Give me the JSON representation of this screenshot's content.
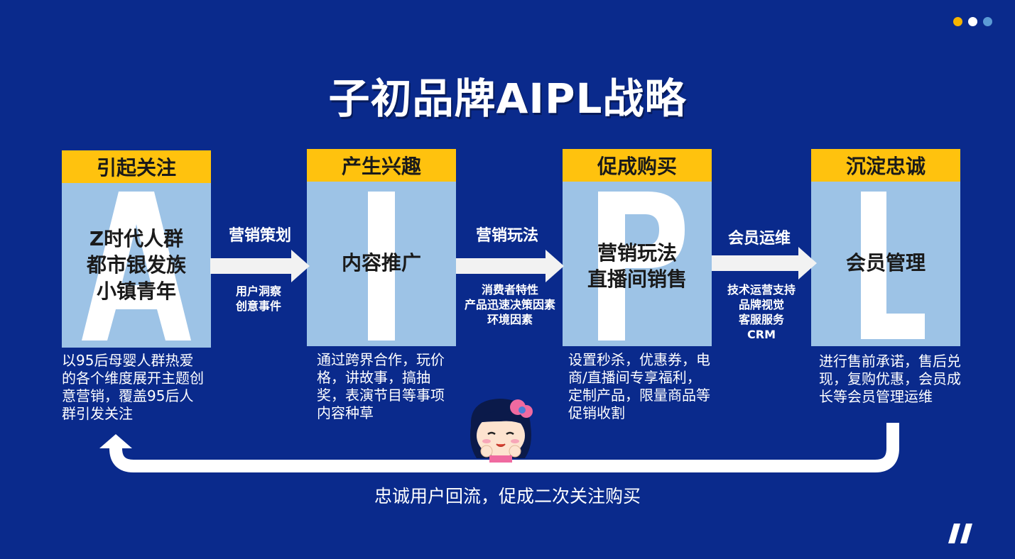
{
  "title": "子初品牌AIPL战略",
  "decor": {
    "dot_colors": [
      "#f5b400",
      "#ffffff",
      "#5b9bd5"
    ]
  },
  "stages": [
    {
      "letter": "A",
      "header": "引起关注",
      "lines": [
        "Z时代人群",
        "都市银发族",
        "小镇青年"
      ],
      "desc": "以95后母婴人群热爱的各个维度展开主题创意营销，覆盖95后人群引发关注"
    },
    {
      "letter": "I",
      "header": "产生兴趣",
      "lines": [
        "内容推广"
      ],
      "desc": "通过跨界合作，玩价格，讲故事，搞抽奖，表演节目等事项内容种草"
    },
    {
      "letter": "P",
      "header": "促成购买",
      "lines": [
        "营销玩法",
        "直播间销售"
      ],
      "desc": "设置秒杀，优惠券，电商/直播间专享福利，定制产品，限量商品等促销收割"
    },
    {
      "letter": "L",
      "header": "沉淀忠诚",
      "lines": [
        "会员管理"
      ],
      "desc": "进行售前承诺，售后兑现，复购优惠，会员成长等会员管理运维"
    }
  ],
  "arrows": [
    {
      "label": "营销策划",
      "sub": [
        "用户洞察",
        "创意事件"
      ]
    },
    {
      "label": "营销玩法",
      "sub": [
        "消费者特性",
        "产品迅速决策因素",
        "环境因素"
      ]
    },
    {
      "label": "会员运维",
      "sub": [
        "技术运营支持",
        "品牌视觉",
        "客服服务",
        "CRM"
      ]
    }
  ],
  "loop_text": "忠诚用户回流，促成二次关注购买"
}
